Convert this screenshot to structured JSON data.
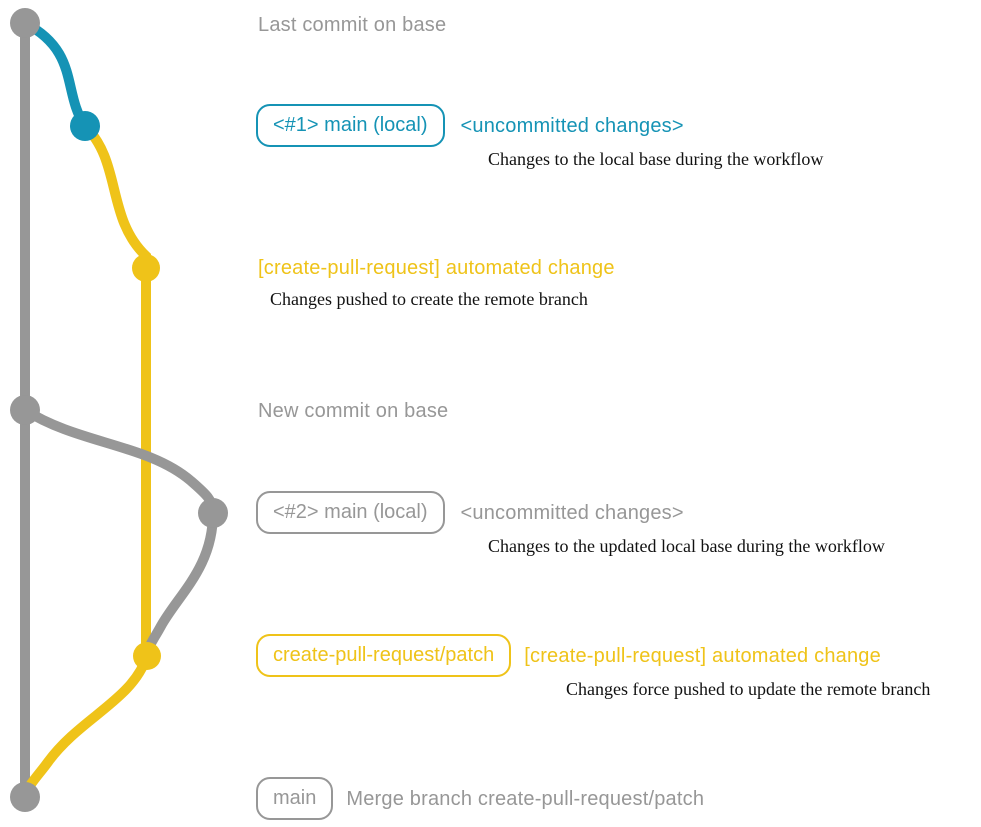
{
  "colors": {
    "gray": "#979797",
    "blue": "#1593b5",
    "yellow": "#efc319",
    "ink": "#111111"
  },
  "graph": {
    "branches": [
      {
        "name": "base",
        "color": "#979797"
      },
      {
        "name": "main (local)",
        "color": "#1593b5"
      },
      {
        "name": "create-pull-request/patch",
        "color": "#efc319"
      }
    ]
  },
  "events": [
    {
      "title": "Last commit on base"
    },
    {
      "badge": "<#1> main (local)",
      "title": "<uncommitted changes>",
      "description": "Changes to the local base during the workflow"
    },
    {
      "title": "[create-pull-request] automated change",
      "description": "Changes pushed to create the remote branch"
    },
    {
      "title": "New commit on base"
    },
    {
      "badge": "<#2> main (local)",
      "title": "<uncommitted changes>",
      "description": "Changes to the updated local base during the workflow"
    },
    {
      "badge": "create-pull-request/patch",
      "title": "[create-pull-request] automated change",
      "description": "Changes force pushed to update the remote branch"
    },
    {
      "badge": "main",
      "title": "Merge branch create-pull-request/patch"
    }
  ]
}
